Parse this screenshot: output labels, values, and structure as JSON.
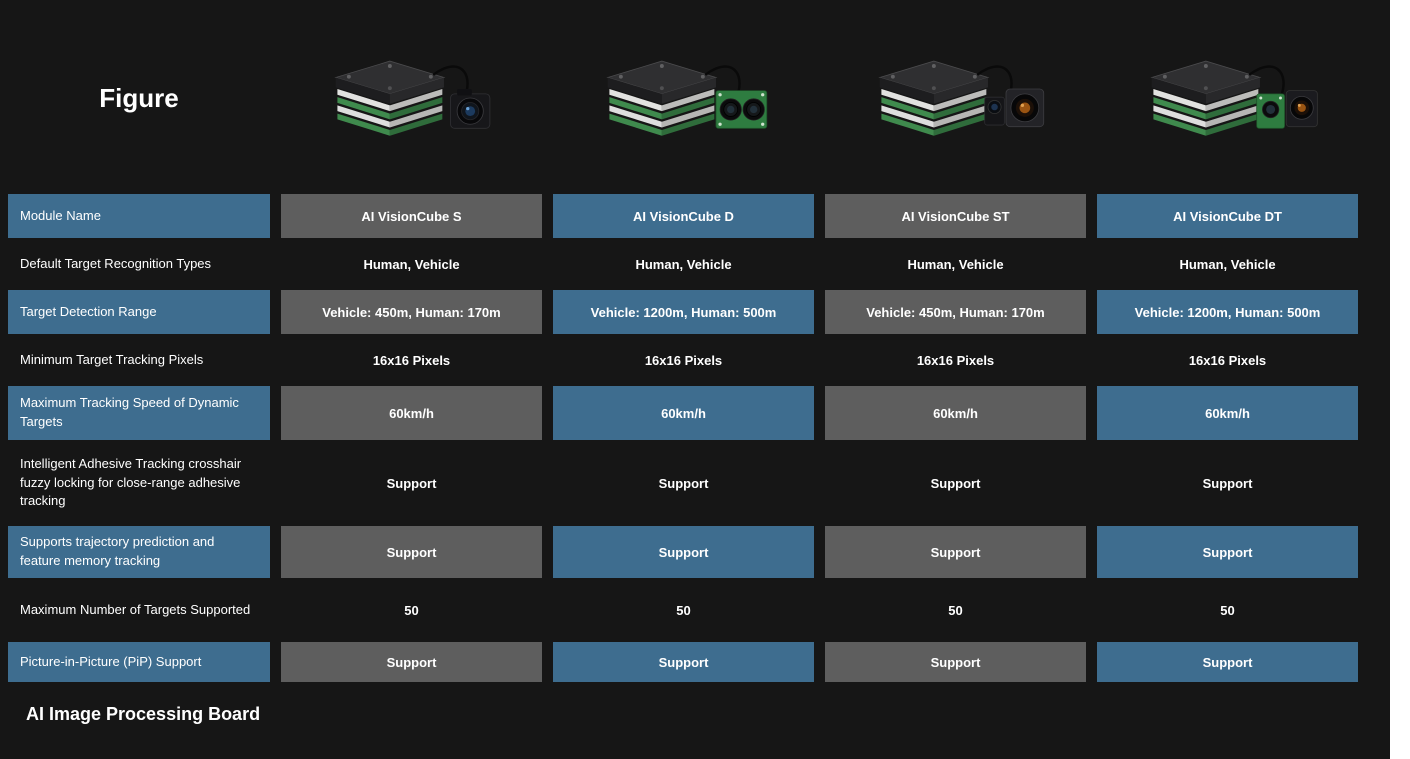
{
  "page": {
    "bottom_heading": "AI Image Processing Board"
  },
  "table": {
    "figure_label": "Figure",
    "figure_images": [
      "visioncube-s-product-image",
      "visioncube-d-product-image",
      "visioncube-st-product-image",
      "visioncube-dt-product-image"
    ],
    "colors": {
      "label_blue": "#3e6d8f",
      "value_gray": "#5e5e5e",
      "background_dark": "#161616",
      "text": "#ffffff"
    },
    "rows": [
      {
        "label": "Module Name",
        "values": [
          "AI VisionCube S",
          "AI VisionCube D",
          "AI VisionCube ST",
          "AI VisionCube DT"
        ]
      },
      {
        "label": "Default Target Recognition Types",
        "values": [
          "Human, Vehicle",
          "Human, Vehicle",
          "Human, Vehicle",
          "Human, Vehicle"
        ]
      },
      {
        "label": "Target Detection Range",
        "values": [
          "Vehicle: 450m, Human: 170m",
          "Vehicle: 1200m, Human: 500m",
          "Vehicle: 450m, Human: 170m",
          "Vehicle: 1200m, Human: 500m"
        ]
      },
      {
        "label": "Minimum Target Tracking Pixels",
        "values": [
          "16x16 Pixels",
          "16x16 Pixels",
          "16x16 Pixels",
          "16x16 Pixels"
        ]
      },
      {
        "label": "Maximum Tracking Speed of Dynamic Targets",
        "values": [
          "60km/h",
          "60km/h",
          "60km/h",
          "60km/h"
        ]
      },
      {
        "label": "Intelligent Adhesive Tracking crosshair fuzzy locking for close-range adhesive tracking",
        "values": [
          "Support",
          "Support",
          "Support",
          "Support"
        ]
      },
      {
        "label": "Supports trajectory prediction and feature memory tracking",
        "values": [
          "Support",
          "Support",
          "Support",
          "Support"
        ]
      },
      {
        "label": "Maximum Number of Targets Supported",
        "values": [
          "50",
          "50",
          "50",
          "50"
        ]
      },
      {
        "label": "Picture-in-Picture (PiP) Support",
        "values": [
          "Support",
          "Support",
          "Support",
          "Support"
        ]
      }
    ]
  }
}
